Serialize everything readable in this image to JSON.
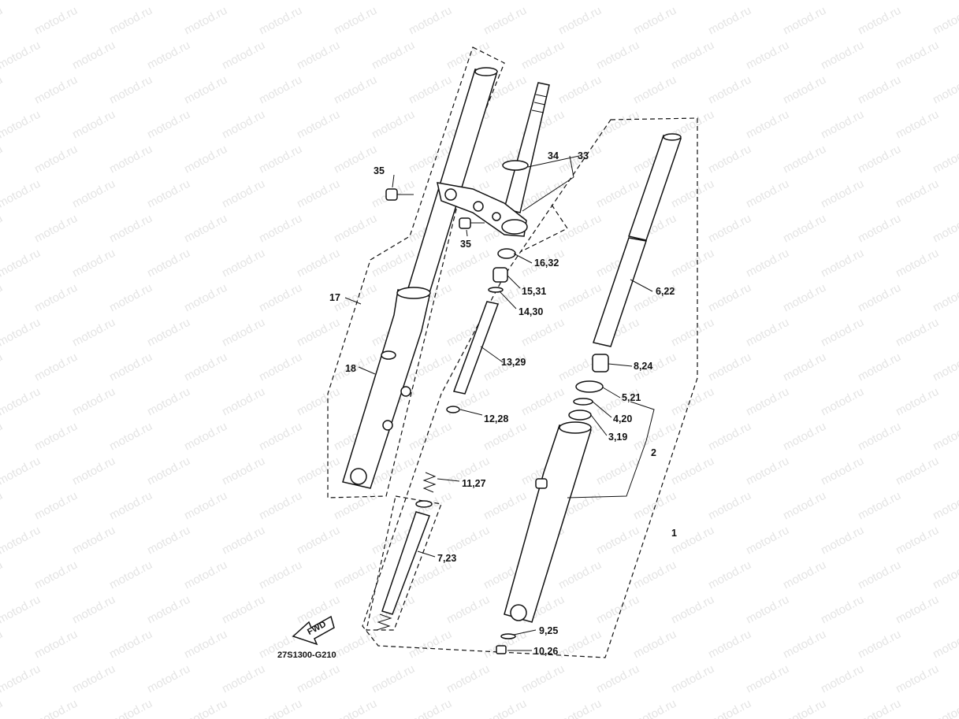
{
  "watermark": {
    "text": "motod.ru",
    "color": "#e4e4e4"
  },
  "diagram_code": "27S1300-G210",
  "fwd_arrow_label": "FWD",
  "callouts": {
    "c1": "1",
    "c2": "2",
    "c3_19": "3,19",
    "c4_20": "4,20",
    "c5_21": "5,21",
    "c6_22": "6,22",
    "c7_23": "7,23",
    "c8_24": "8,24",
    "c9_25": "9,25",
    "c10_26": "10,26",
    "c11_27": "11,27",
    "c12_28": "12,28",
    "c13_29": "13,29",
    "c14_30": "14,30",
    "c15_31": "15,31",
    "c16_32": "16,32",
    "c17": "17",
    "c18": "18",
    "c33": "33",
    "c34": "34",
    "c35a": "35",
    "c35b": "35"
  }
}
